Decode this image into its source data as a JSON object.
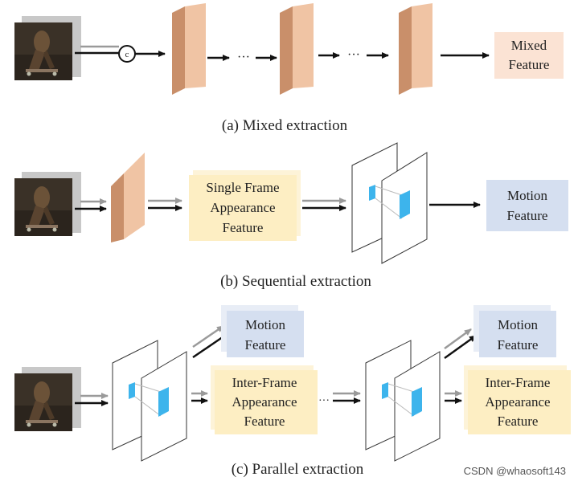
{
  "colors": {
    "mixed_box": "#fbe3d4",
    "appearance_box": "#fdeec3",
    "motion_box": "#d5dff0",
    "conv_face": "#f0c4a4",
    "conv_side": "#c98f6a",
    "cube": "#3db4ec",
    "arrow_black": "#111111",
    "arrow_gray": "#9a9a9a"
  },
  "concat_symbol": "c",
  "dots": "···",
  "row_a": {
    "caption": "(a) Mixed extraction",
    "output": [
      "Mixed",
      "Feature"
    ]
  },
  "row_b": {
    "caption": "(b) Sequential extraction",
    "appearance": [
      "Single Frame",
      "Appearance",
      "Feature"
    ],
    "motion": [
      "Motion",
      "Feature"
    ]
  },
  "row_c": {
    "caption": "(c) Parallel extraction",
    "motion_1": [
      "Motion",
      "Feature"
    ],
    "appearance_1": [
      "Inter-Frame",
      "Appearance",
      "Feature"
    ],
    "motion_2": [
      "Motion",
      "Feature"
    ],
    "appearance_2": [
      "Inter-Frame",
      "Appearance",
      "Feature"
    ]
  },
  "watermark": "CSDN @whaosoft143"
}
